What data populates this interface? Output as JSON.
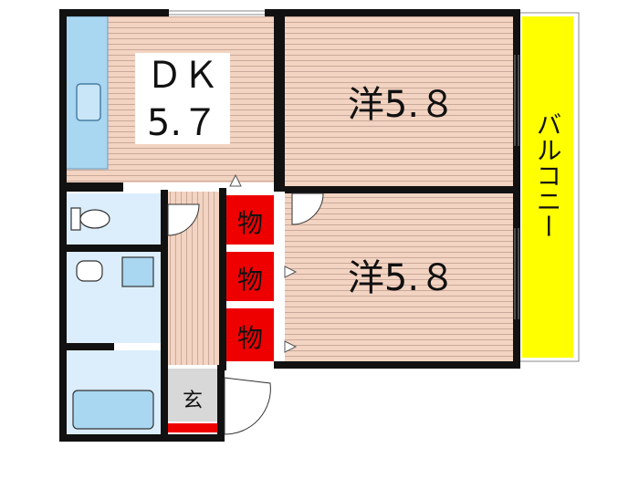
{
  "floorplan": {
    "dk": {
      "line1": "ＤＫ",
      "line2": "5.７"
    },
    "western_room_1": {
      "label": "洋5.８"
    },
    "western_room_2": {
      "label": "洋5.８"
    },
    "balcony": {
      "label": "バルコニー"
    },
    "storage": [
      {
        "label": "物"
      },
      {
        "label": "物"
      },
      {
        "label": "物"
      }
    ],
    "entrance": {
      "label": "玄"
    }
  },
  "colors": {
    "floor_wood": "#f3d3c1",
    "floor_stripe": "#c9a99a",
    "wet_area": "#dceefb",
    "fixture": "#a9d6f0",
    "storage_red": "#ee0000",
    "balcony_yellow": "#ffff00",
    "wall": "#111111",
    "entrance_grey": "#d8d8d8"
  }
}
